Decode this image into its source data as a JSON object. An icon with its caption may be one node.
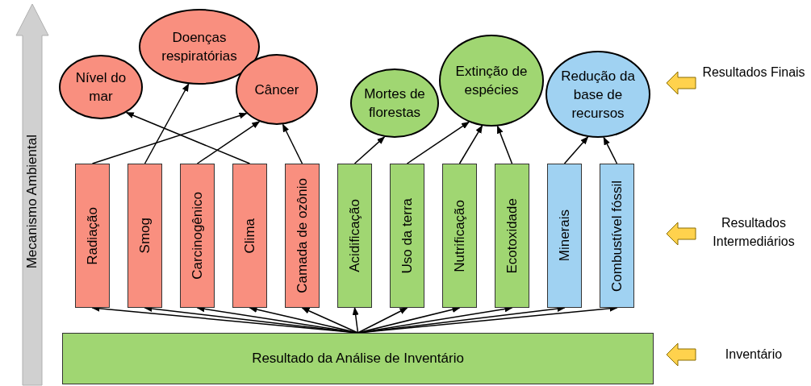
{
  "diagram": {
    "nodes": [
      {
        "text": [
          "Nível do mar"
        ]
      },
      {
        "text": [
          "Doenças respiratórias"
        ]
      },
      {
        "text": [
          "Câncer"
        ]
      },
      {
        "text": [
          "Mortes de florestas"
        ]
      },
      {
        "text": [
          "Extinção de espécies"
        ]
      },
      {
        "text": [
          "Redução da base de recursos"
        ]
      },
      {
        "text": [
          "Radiação"
        ]
      },
      {
        "text": [
          "Smog"
        ]
      },
      {
        "text": [
          "Carcinogênico"
        ]
      },
      {
        "text": [
          "Clima"
        ]
      },
      {
        "text": [
          "Camada de ozônio"
        ]
      },
      {
        "text": [
          "Acidificação"
        ]
      },
      {
        "text": [
          "Uso da terra"
        ]
      },
      {
        "text": [
          "Nutrificação"
        ]
      },
      {
        "text": [
          "Ecotoxidade"
        ]
      },
      {
        "text": [
          "Minerais"
        ]
      },
      {
        "text": [
          "Combustível fóssil"
        ]
      },
      {
        "text": [
          "Resultado da Análise de Inventário"
        ]
      }
    ],
    "edges": [
      {
        "from": 6,
        "to": 2,
        "arrow": "to"
      },
      {
        "from": 7,
        "to": 1,
        "arrow": "to"
      },
      {
        "from": 8,
        "to": 2,
        "arrow": "to"
      },
      {
        "from": 9,
        "to": 0,
        "arrow": "to"
      },
      {
        "from": 10,
        "to": 2,
        "arrow": "to"
      },
      {
        "from": 11,
        "to": 3,
        "arrow": "to"
      },
      {
        "from": 12,
        "to": 4,
        "arrow": "to"
      },
      {
        "from": 13,
        "to": 4,
        "arrow": "to"
      },
      {
        "from": 14,
        "to": 4,
        "arrow": "to"
      },
      {
        "from": 15,
        "to": 5,
        "arrow": "to"
      },
      {
        "from": 16,
        "to": 5,
        "arrow": "to"
      },
      {
        "from": 17,
        "to": 6,
        "arrow": "to"
      },
      {
        "from": 17,
        "to": 7,
        "arrow": "to"
      },
      {
        "from": 17,
        "to": 8,
        "arrow": "to"
      },
      {
        "from": 17,
        "to": 9,
        "arrow": "to"
      },
      {
        "from": 17,
        "to": 10,
        "arrow": "to"
      },
      {
        "from": 17,
        "to": 11,
        "arrow": "to"
      },
      {
        "from": 17,
        "to": 12,
        "arrow": "to"
      },
      {
        "from": 17,
        "to": 13,
        "arrow": "to"
      },
      {
        "from": 17,
        "to": 14,
        "arrow": "to"
      },
      {
        "from": 17,
        "to": 15,
        "arrow": "to"
      },
      {
        "from": 17,
        "to": 16,
        "arrow": "to"
      }
    ],
    "labels": [
      "Mecanismo Ambiental",
      "Resultados Finais",
      "Resultados Intermediários",
      "Inventário"
    ]
  }
}
